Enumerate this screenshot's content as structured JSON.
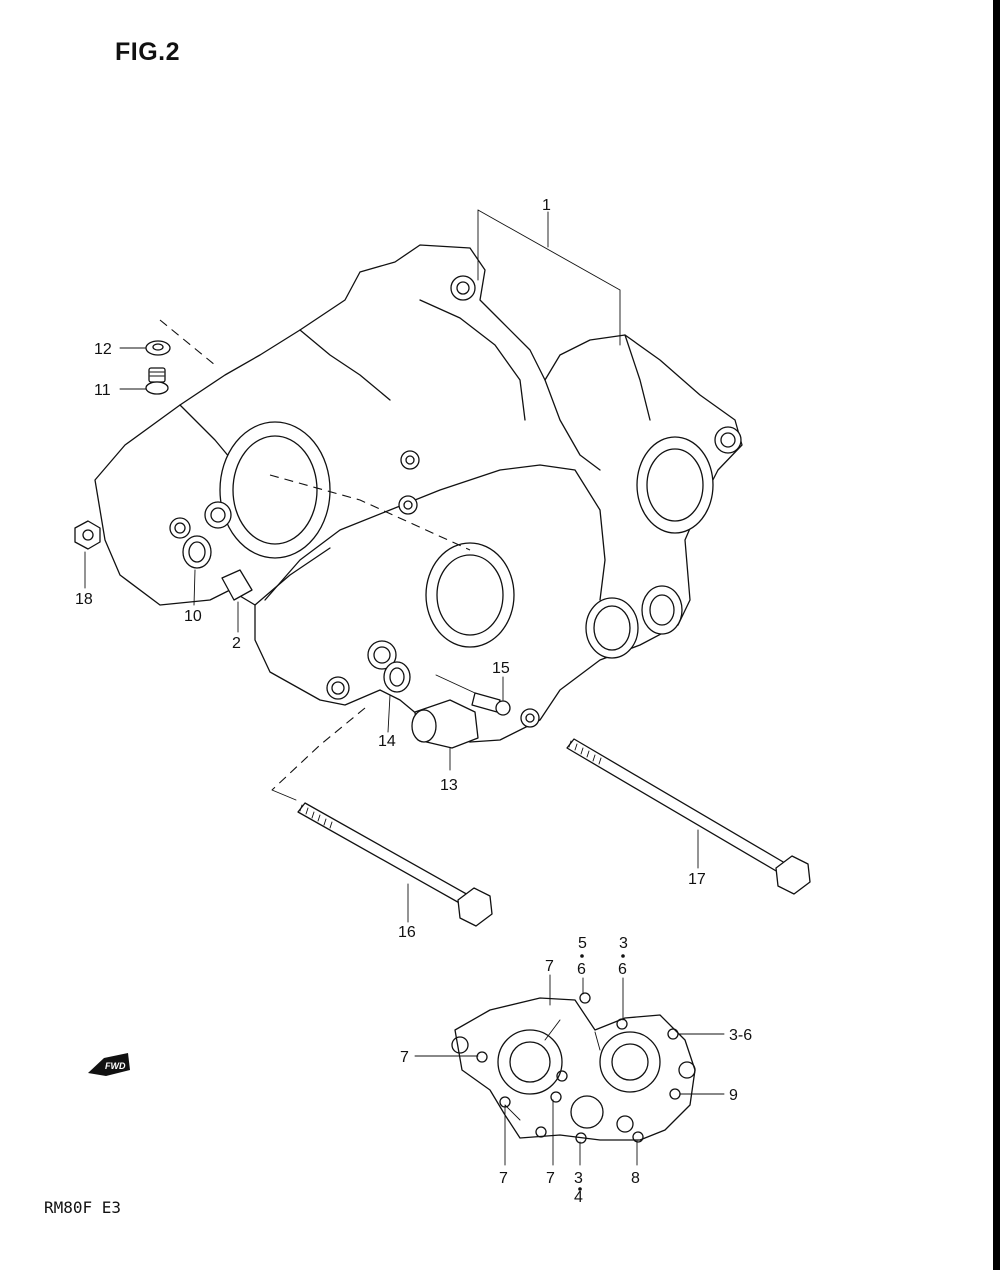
{
  "figure_title": "FIG.2",
  "model_code": "RM80F  E3",
  "fwd_badge": "FWD",
  "callouts": {
    "c1": "1",
    "c2": "2",
    "c10": "10",
    "c11": "11",
    "c12": "12",
    "c13": "13",
    "c14": "14",
    "c15": "15",
    "c16": "16",
    "c17": "17",
    "c18": "18",
    "d_5": "5",
    "d_6a": "6",
    "d_3a": "3",
    "d_6b": "6",
    "d_7a": "7",
    "d_36": "3-6",
    "d_7b": "7",
    "d_9": "9",
    "d_7c": "7",
    "d_7d": "7",
    "d_3b": "3",
    "d_4": "4",
    "d_8": "8"
  }
}
